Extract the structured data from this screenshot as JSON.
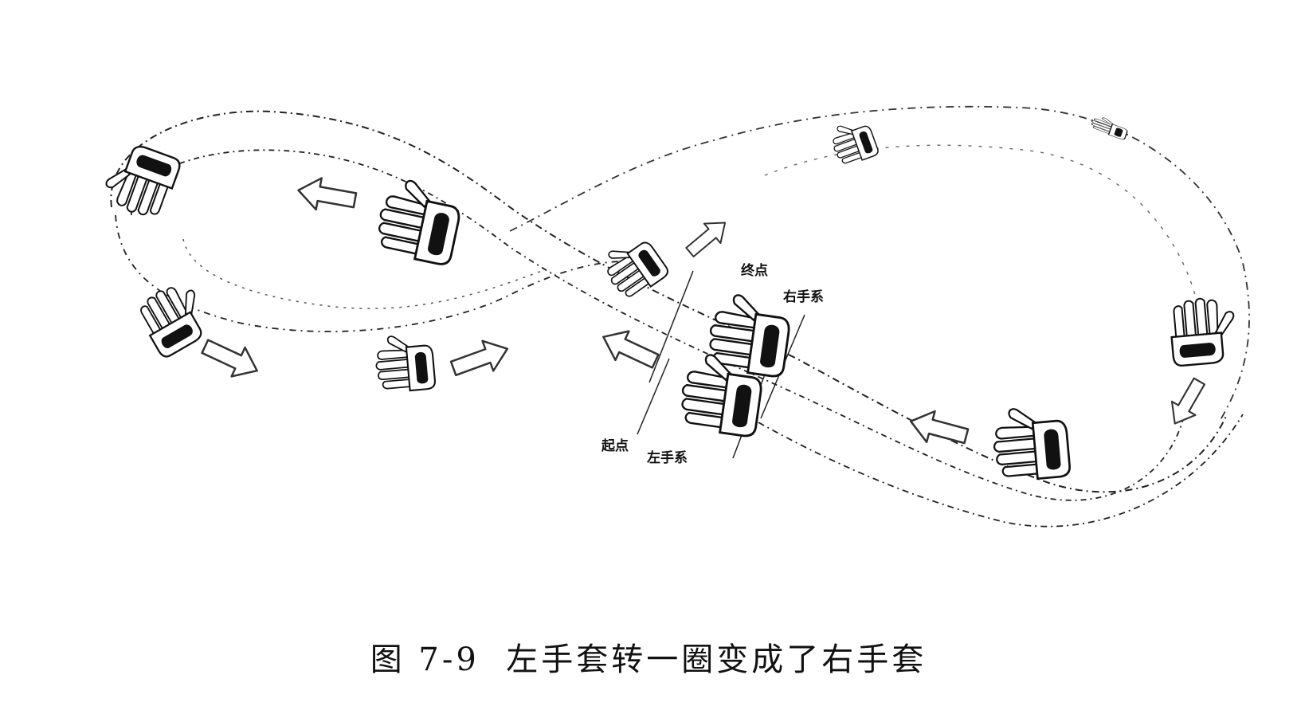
{
  "caption": {
    "figure_number": "图 7-9",
    "title": "左手套转一圈变成了右手套"
  },
  "labels": {
    "end_point": "终点",
    "right_glove": "右手系",
    "start_point": "起点",
    "left_glove": "左手系"
  },
  "icons": [
    "glove-icon",
    "direction-arrow-icon"
  ],
  "colors": {
    "ink": "#111111",
    "background": "#ffffff"
  }
}
